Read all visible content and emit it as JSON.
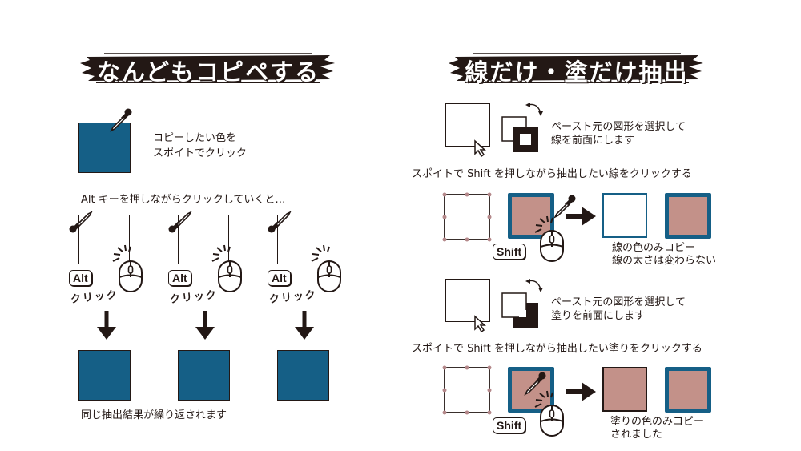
{
  "colors": {
    "navy": "#155f86",
    "rose": "#c39189",
    "ink": "#231815",
    "handle": "#b4888a"
  },
  "left": {
    "title": "なんどもコピペする",
    "step1_text": [
      "コピーしたい色を",
      "スポイトでクリック"
    ],
    "step2_intro": "Alt キーを押しながらクリックしていくと…",
    "repeat_items": [
      {
        "key_label": "Alt",
        "action_label": "クリック"
      },
      {
        "key_label": "Alt",
        "action_label": "クリック"
      },
      {
        "key_label": "Alt",
        "action_label": "クリック"
      }
    ],
    "result_text": "同じ抽出結果が繰り返されます"
  },
  "right": {
    "title": "線だけ・塗だけ抽出",
    "stroke_section": {
      "instruction": [
        "ペースト元の図形を選択して",
        "線を前面にします"
      ],
      "step_text": "スポイトで Shift を押しながら抽出したい線をクリックする",
      "key_label": "Shift",
      "result_caption": [
        "線の色のみコピー",
        "線の太さは変わらない"
      ]
    },
    "fill_section": {
      "instruction": [
        "ペースト元の図形を選択して",
        "塗りを前面にします"
      ],
      "step_text": "スポイトで Shift を押しながら抽出したい塗りをクリックする",
      "key_label": "Shift",
      "result_caption": [
        "塗りの色のみコピー",
        "されました"
      ]
    }
  }
}
